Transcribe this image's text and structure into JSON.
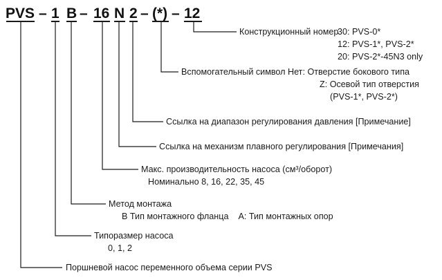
{
  "code": {
    "pvs": "PVS",
    "dash": "–",
    "size": "1",
    "mount": "B",
    "displacement": "16",
    "smooth": "N",
    "pressure": "2",
    "aux": "(*)",
    "design": "12"
  },
  "labels": {
    "design": "Конструкционный номер",
    "design_30": "30: PVS-0*",
    "design_12": "12: PVS-1*, PVS-2*",
    "design_20": "20: PVS-2*-45N3 only",
    "aux": "Вспомогательный символ Нет: Отверстие бокового типа",
    "aux_z": "Z: Осевой тип отверстия",
    "aux_z_models": "(PVS-1*, PVS-2*)",
    "pressure": "Ссылка на диапазон регулирования давления  [Примечание]",
    "smooth": "Ссылка на механизм плавного регулирования  [Примечания]",
    "displacement": "Макс. производительность насоса (см³/оборот)",
    "displacement_values": "Номинально 8, 16, 22, 35, 45",
    "mount": "Метод монтажа",
    "mount_options": "B Тип монтажного фланца    A: Тип монтажных опор",
    "size": "Типоразмер насоса",
    "size_values": "0, 1, 2",
    "series": "Поршневой насос переменного объема серии PVS"
  }
}
